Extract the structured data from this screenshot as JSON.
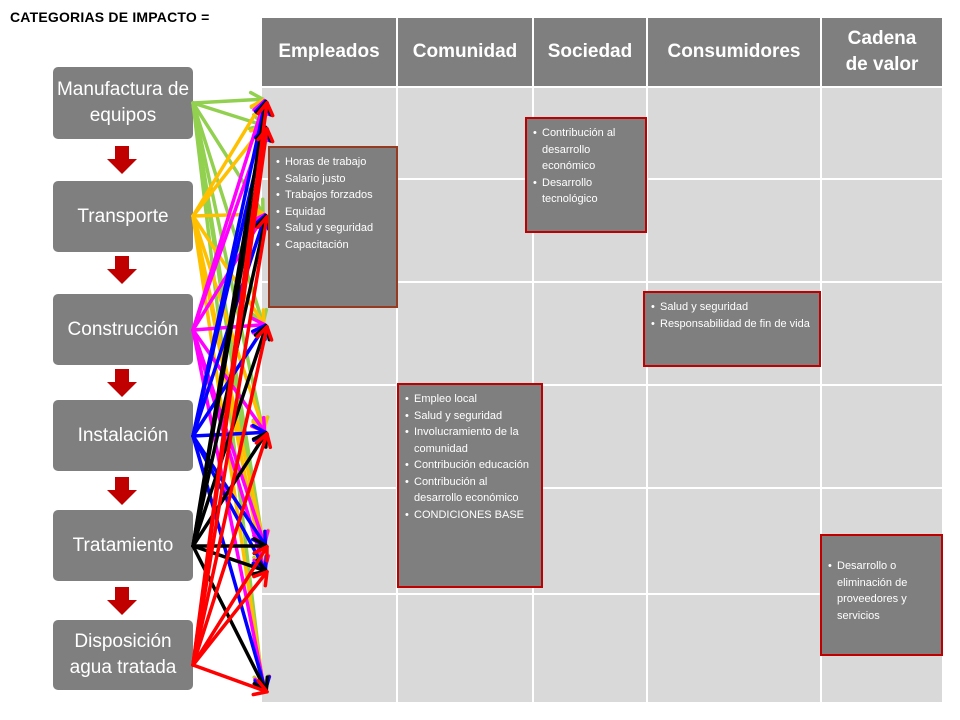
{
  "title": "CATEGORIAS DE IMPACTO =",
  "columns": [
    "Empleados",
    "Comunidad",
    "Sociedad",
    "Consumidores",
    "Cadena de valor"
  ],
  "stages": [
    "Manufactura de equipos",
    "Transporte",
    "Construcción",
    "Instalación",
    "Tratamiento",
    "Disposición agua tratada"
  ],
  "impact_boxes": {
    "empleados": [
      "Horas de trabajo",
      "Salario justo",
      "Trabajos forzados",
      "Equidad",
      "Salud y seguridad",
      "Capacitación"
    ],
    "comunidad": [
      "Empleo local",
      "Salud y seguridad",
      "Involucramiento de la comunidad",
      "Contribución educación",
      "Contribución al desarrollo económico",
      "CONDICIONES BASE"
    ],
    "sociedad": [
      "Contribución al desarrollo económico",
      "Desarrollo tecnológico"
    ],
    "consumidores": [
      "Salud y seguridad",
      "Responsabilidad de fin de vida"
    ],
    "cadena": [
      "Desarrollo o eliminación de proveedores y servicios"
    ]
  },
  "colors": {
    "stage_fill": "#7f7f7f",
    "grid_fill": "#d9d9d9",
    "stage_arrow": "#c00000",
    "box_border_empleados": "#943b22",
    "box_border_other": "#c00000",
    "connector_colors": [
      "#92d050",
      "#ffc000",
      "#ff00ff",
      "#0000ff",
      "#000000",
      "#ff0000"
    ]
  },
  "icons": {
    "stage_connector": "down-arrow-icon",
    "impact_connector": "arrow-icon"
  }
}
